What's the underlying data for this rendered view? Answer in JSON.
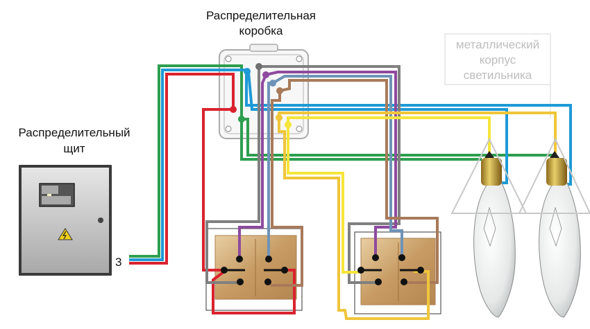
{
  "labels": {
    "junction_box": [
      "Распределительная",
      "коробка"
    ],
    "panel": [
      "Распределительный",
      "щит"
    ],
    "lamp_housing": [
      "металлический",
      "корпус",
      "светильника"
    ],
    "cable_count": "3"
  },
  "colors": {
    "phase": "#d9232e",
    "neutral": "#1e9ad6",
    "ground": "#2e9e4f",
    "gray": "#808080",
    "purple": "#8e4a9e",
    "steel_blue": "#6f93b8",
    "brown": "#a87a5a",
    "yellow": "#f6e53a",
    "gold": "#f0c53a",
    "panel_body": "#cfcfcf",
    "switch_body": "#c9a06a",
    "housing_outline": "#c8c8c8"
  },
  "components": {
    "panel": {
      "name": "distribution-panel",
      "warning_symbol": "high-voltage"
    },
    "junction_box": {
      "name": "junction-box"
    },
    "switches": [
      {
        "name": "double-switch-1",
        "gangs": 2
      },
      {
        "name": "double-switch-2",
        "gangs": 2
      }
    ],
    "lamps": [
      {
        "name": "candle-bulb-1",
        "type": "E14 candle"
      },
      {
        "name": "candle-bulb-2",
        "type": "E14 candle"
      }
    ]
  }
}
